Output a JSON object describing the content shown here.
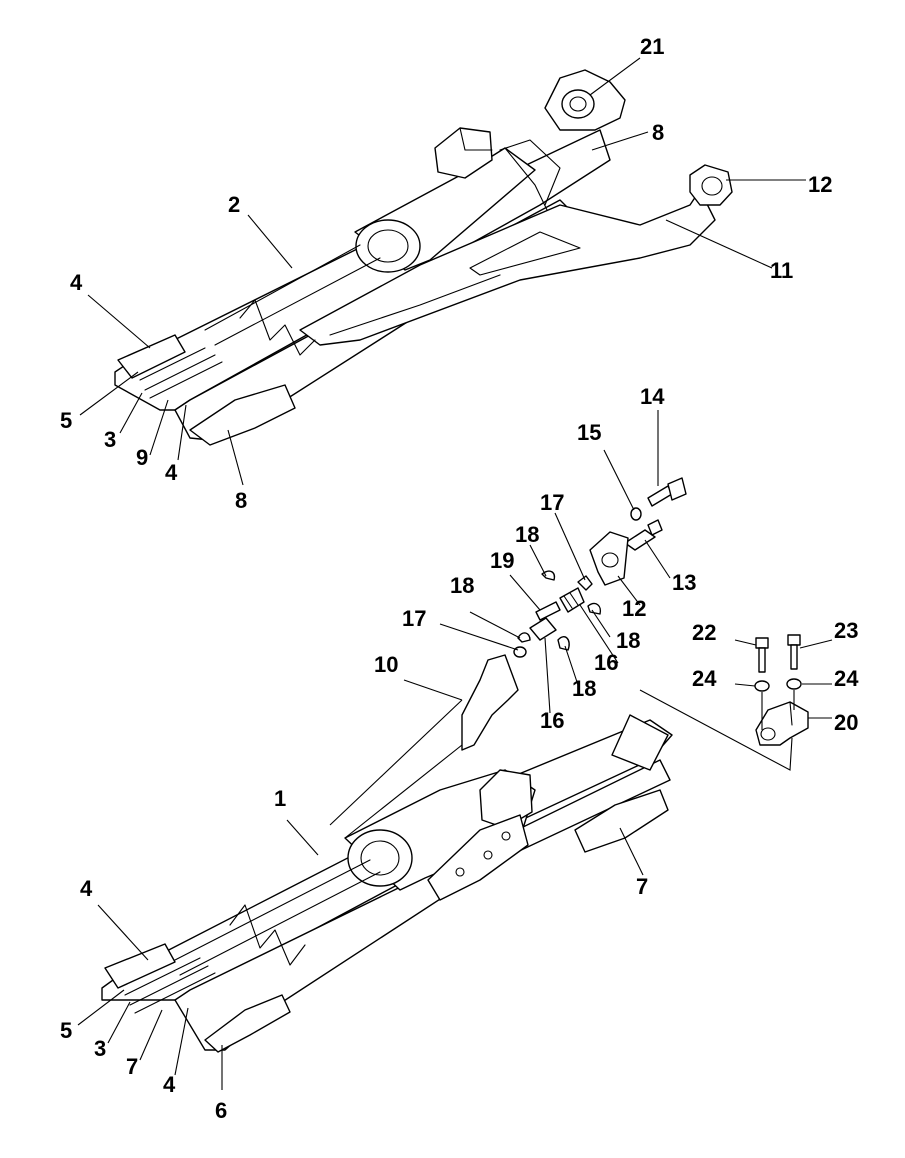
{
  "colors": {
    "line": "#000000",
    "background": "#ffffff"
  },
  "callouts": {
    "c21": "21",
    "c8a": "8",
    "c12a": "12",
    "c2": "2",
    "c11": "11",
    "c4a": "4",
    "c5a": "5",
    "c3a": "3",
    "c9": "9",
    "c4b": "4",
    "c8b": "8",
    "c14": "14",
    "c15": "15",
    "c17a": "17",
    "c18a": "18",
    "c19": "19",
    "c18b": "18",
    "c13": "13",
    "c12b": "12",
    "c17b": "17",
    "c18c": "18",
    "c16a": "16",
    "c18d": "18",
    "c16b": "16",
    "c10": "10",
    "c22": "22",
    "c23": "23",
    "c24a": "24",
    "c24b": "24",
    "c20": "20",
    "c1": "1",
    "c7a": "7",
    "c4c": "4",
    "c5b": "5",
    "c3b": "3",
    "c7b": "7",
    "c4d": "4",
    "c6": "6"
  }
}
